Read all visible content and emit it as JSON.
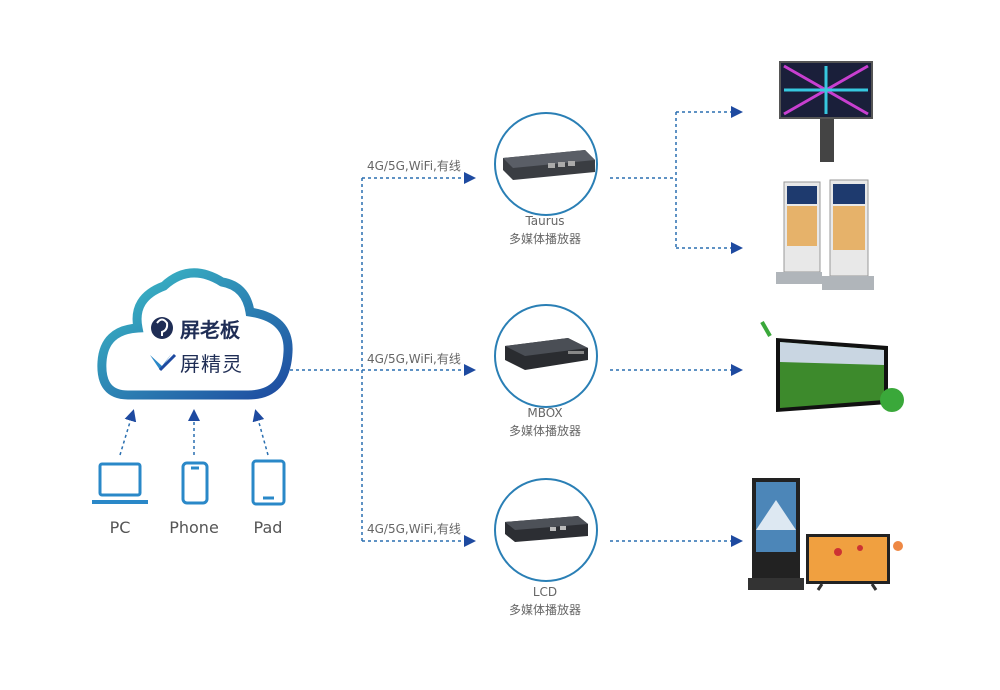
{
  "cloud": {
    "brand_primary": "屏老板",
    "brand_secondary": "屏精灵"
  },
  "clients": [
    {
      "label": "PC",
      "icon": "laptop-icon"
    },
    {
      "label": "Phone",
      "icon": "phone-icon"
    },
    {
      "label": "Pad",
      "icon": "tablet-icon"
    }
  ],
  "connection_label": "4G/5G,WiFi,有线",
  "players": [
    {
      "name": "Taurus",
      "desc": "多媒体播放器"
    },
    {
      "name": "MBOX",
      "desc": "多媒体播放器"
    },
    {
      "name": "LCD",
      "desc": "多媒体播放器"
    }
  ],
  "colors": {
    "cloud_gradient_start": "#33b5c9",
    "cloud_gradient_end": "#1e4aa0",
    "line": "#2a6fb0",
    "icon": "#2a88c8"
  }
}
